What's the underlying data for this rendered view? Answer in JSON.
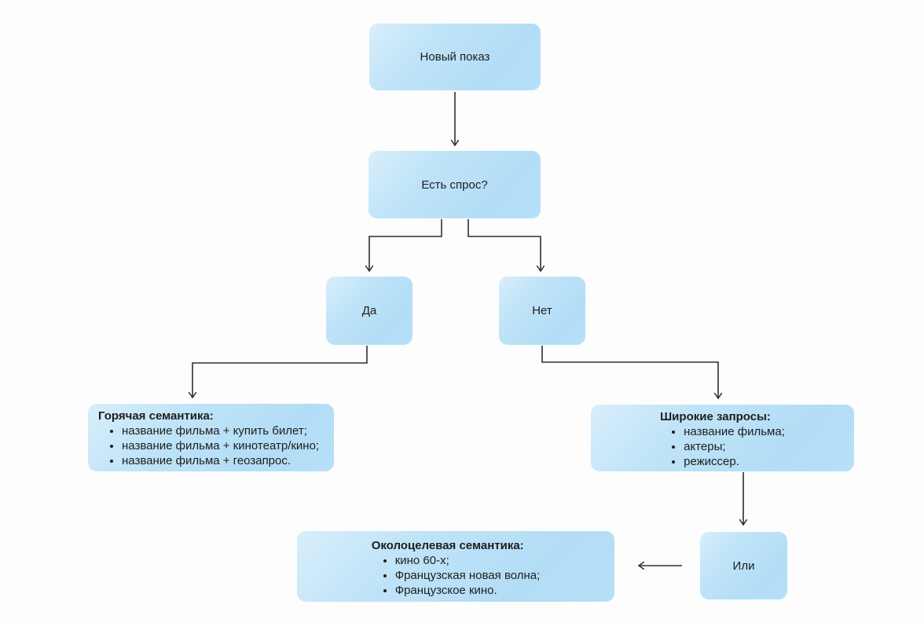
{
  "diagram": {
    "nodes": {
      "new_show": {
        "label": "Новый показ"
      },
      "demand_question": {
        "label": "Есть спрос?"
      },
      "yes": {
        "label": "Да"
      },
      "no": {
        "label": "Нет"
      },
      "hot_semantics": {
        "title": "Горячая семантика:",
        "items": [
          "название фильма + купить билет;",
          "название фильма + кинотеатр/кино;",
          "название фильма + геозапрос."
        ]
      },
      "broad_queries": {
        "title": "Широкие запросы:",
        "items": [
          "название фильма;",
          "актеры;",
          "режиссер."
        ]
      },
      "or": {
        "label": "Или"
      },
      "near_target_semantics": {
        "title": "Околоцелевая семантика:",
        "items": [
          "кино 60-х;",
          "Французская новая волна;",
          "Французское кино."
        ]
      }
    },
    "colors": {
      "node_fill": "#b3ddf6",
      "node_fill_highlight": "#d9eefb",
      "connector": "#2f2f2f",
      "text": "#1e1e1e",
      "background": "#fdfdfd"
    }
  }
}
